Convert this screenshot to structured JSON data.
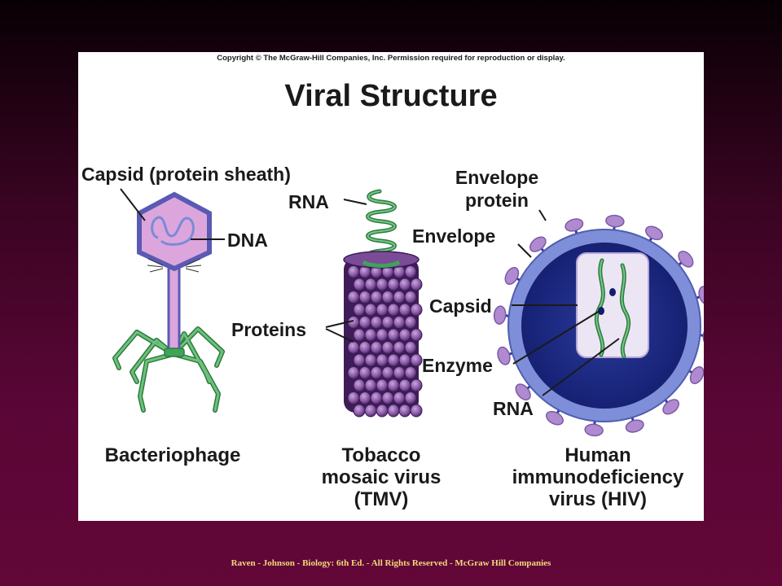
{
  "copyright": "Copyright © The McGraw-Hill Companies, Inc. Permission required for reproduction or display.",
  "title": "Viral Structure",
  "bacteriophage": {
    "capsid_label": "Capsid (protein sheath)",
    "dna_label": "DNA",
    "name": "Bacteriophage"
  },
  "tmv": {
    "rna_label": "RNA",
    "proteins_label": "Proteins",
    "name_line1": "Tobacco",
    "name_line2": "mosaic virus",
    "name_line3": "(TMV)"
  },
  "hiv": {
    "envelope_protein_line1": "Envelope",
    "envelope_protein_line2": "protein",
    "envelope_label": "Envelope",
    "capsid_label": "Capsid",
    "enzyme_label": "Enzyme",
    "rna_label": "RNA",
    "name_line1": "Human",
    "name_line2": "immunodeficiency",
    "name_line3": "virus (HIV)"
  },
  "footer": "Raven - Johnson - Biology: 6th Ed.  - All Rights Reserved - McGraw Hill Companies",
  "colors": {
    "phage_head_fill": "#dca6dc",
    "phage_outline": "#5a5ab4",
    "tail_fibers": "#49a65a",
    "tmv_protein": "#8a5aa6",
    "tmv_rna": "#3fa35a",
    "hiv_envelope": "#7f8ed8",
    "hiv_inner": "#1c2a88",
    "hiv_protein": "#b08ad0",
    "hiv_capsid": "#ece6f4"
  }
}
